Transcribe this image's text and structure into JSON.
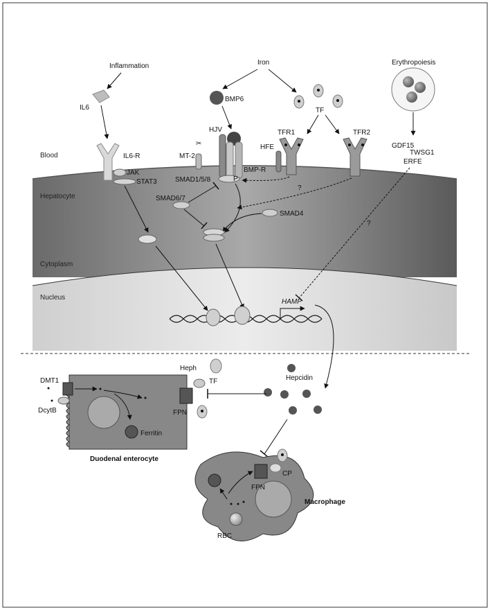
{
  "triggers": {
    "inflammation": "Inflammation",
    "iron": "Iron",
    "erythropoiesis": "Erythropoiesis"
  },
  "regions": {
    "blood": "Blood",
    "hepatocyte": "Hepatocyte",
    "cytoplasm": "Cytoplasm",
    "nucleus": "Nucleus"
  },
  "proteins": {
    "il6": "IL6",
    "il6r": "IL6-R",
    "jak": "JAK",
    "stat3": "STAT3",
    "bmp6": "BMP6",
    "hjv": "HJV",
    "mt2": "MT-2",
    "bmpr": "BMP-R",
    "smad158": "SMAD1/5/8",
    "smad67": "SMAD6/7",
    "smad4": "SMAD4",
    "tf": "TF",
    "tfr1": "TFR1",
    "hfe": "HFE",
    "tfr2": "TFR2",
    "gdf15": "GDF15",
    "twsg1": "TWSG1",
    "erfe": "ERFE",
    "hamp": "HAMP",
    "hepcidin": "Hepcidin",
    "dmt1": "DMT1",
    "dcytb": "DcytB",
    "heph": "Heph",
    "tf2": "TF",
    "fpn": "FPN",
    "ferritin": "Ferritin",
    "fpn2": "FPN",
    "cp": "CP",
    "rbc": "RBC"
  },
  "unknowns": {
    "q1": "?",
    "q2": "?"
  },
  "phospho": "P",
  "cells": {
    "enterocyte": "Duodenal enterocyte",
    "macrophage": "Macrophage"
  }
}
